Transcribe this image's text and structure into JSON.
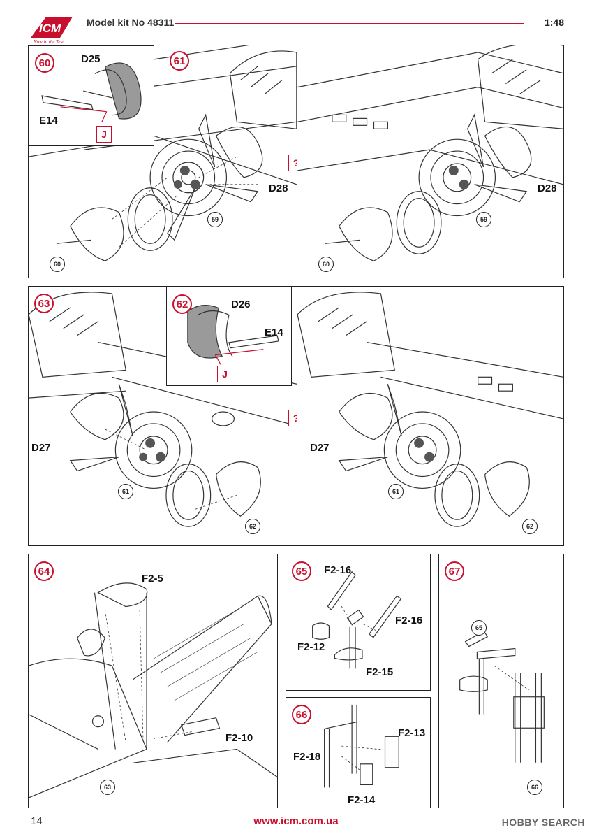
{
  "header": {
    "logo_text": "ICM",
    "logo_tagline": "Now in the Test",
    "title": "Model kit No 48311",
    "scale": "1:48"
  },
  "steps": {
    "s60": {
      "num": "60",
      "part_a": "D25",
      "part_b": "E14",
      "mark": "J"
    },
    "s61": {
      "num": "61",
      "part": "D28",
      "ref_a": "59",
      "ref_b": "60",
      "mark": "?"
    },
    "s61b": {
      "part": "D28",
      "ref_a": "59",
      "ref_b": "60"
    },
    "s62": {
      "num": "62",
      "part_a": "D26",
      "part_b": "E14",
      "mark": "J"
    },
    "s63": {
      "num": "63",
      "part": "D27",
      "ref_a": "61",
      "ref_b": "62",
      "mark": "?"
    },
    "s63b": {
      "part": "D27",
      "ref_a": "61",
      "ref_b": "62"
    },
    "s64": {
      "num": "64",
      "part_a": "F2-5",
      "part_b": "F2-10",
      "ref": "63"
    },
    "s65": {
      "num": "65",
      "part_a": "F2-16",
      "part_b": "F2-16",
      "part_c": "F2-12",
      "part_d": "F2-15"
    },
    "s66": {
      "num": "66",
      "part_a": "F2-13",
      "part_b": "F2-18",
      "part_c": "F2-14"
    },
    "s67": {
      "num": "67",
      "ref_a": "65",
      "ref_b": "66"
    }
  },
  "footer": {
    "page": "14",
    "url": "www.icm.com.ua",
    "watermark": "HOBBY SEARCH"
  },
  "colors": {
    "accent": "#c8102e",
    "line": "#222222",
    "grey_part": "#9a9a9a"
  }
}
